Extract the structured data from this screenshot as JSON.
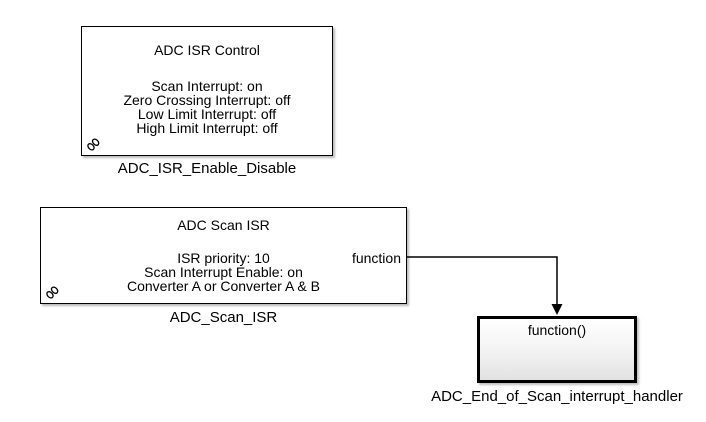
{
  "canvas": {
    "background": "#ffffff",
    "wire_color": "#000000"
  },
  "blocks": {
    "isr_control": {
      "title": "ADC ISR Control",
      "lines": [
        "Scan Interrupt: on",
        "Zero Crossing Interrupt: off",
        "Low Limit Interrupt: off",
        "High Limit Interrupt: off"
      ],
      "name_label": "ADC_ISR_Enable_Disable",
      "link_icon": "chain-link-icon"
    },
    "scan_isr": {
      "title": "ADC Scan ISR",
      "lines": [
        "ISR priority: 10",
        "Scan Interrupt Enable: on",
        "Converter A or Converter A & B"
      ],
      "output_port_label": "function",
      "name_label": "ADC_Scan_ISR",
      "link_icon": "chain-link-icon"
    },
    "handler": {
      "title": "function()",
      "name_label": "ADC_End_of_Scan_interrupt_handler"
    }
  }
}
